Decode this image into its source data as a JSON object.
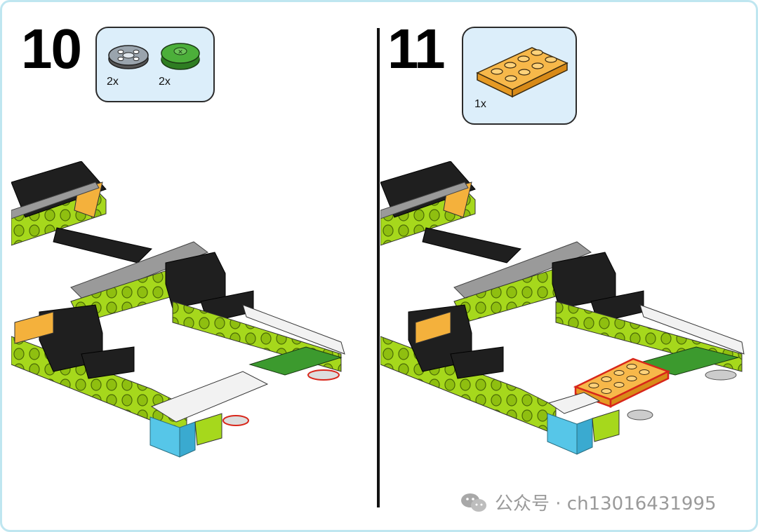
{
  "steps": [
    {
      "number": "10",
      "parts": [
        {
          "icon": "dark-round-turntable-icon",
          "qty": "2x"
        },
        {
          "icon": "green-round-plate-icon",
          "qty": "2x"
        }
      ]
    },
    {
      "number": "11",
      "parts": [
        {
          "icon": "orange-2x4-plate-icon",
          "qty": "1x"
        }
      ]
    }
  ],
  "watermark": {
    "text": "公众号 · ch13016431995",
    "icon": "wechat-icon"
  },
  "colors": {
    "lime": "#a6d81c",
    "black_brick": "#1f1f1f",
    "gray_beam": "#9a9a9a",
    "orange": "#f4b13c",
    "green": "#3c9a2e",
    "white_brick": "#f2f2f2",
    "cyan": "#56c6e8",
    "highlight_red": "#d8261a",
    "callout_bg": "#dceefa"
  }
}
